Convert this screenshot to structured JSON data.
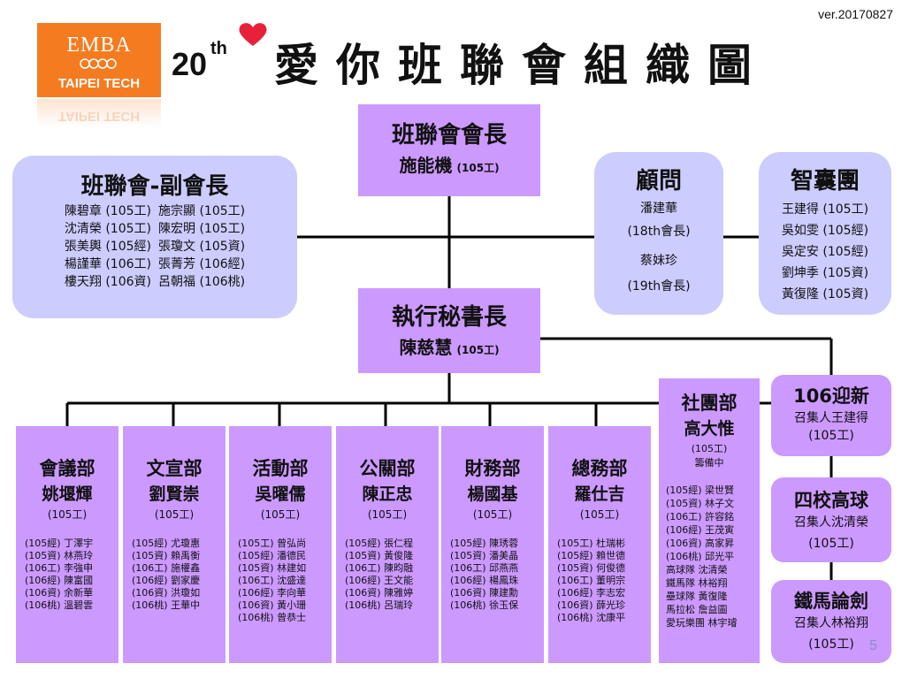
{
  "version": "ver.20170827",
  "logo": {
    "line1": "EMBA",
    "line2": "TAIPEI TECH"
  },
  "title": {
    "num": "20",
    "sup": "th",
    "main": "愛你班聯會組織圖"
  },
  "page_number": "5",
  "president": {
    "title": "班聯會會長",
    "name": "施能機",
    "unit": "(105工)"
  },
  "secretary": {
    "title": "執行秘書長",
    "name": "陳慈慧",
    "unit": "(105工)"
  },
  "vice": {
    "title": "班聯會-副會長",
    "left": [
      "陳碧章 (105工)",
      "沈清榮 (105工)",
      "張美輿 (105經)",
      "楊謹華 (106工)",
      "樓天翔 (106資)"
    ],
    "right": [
      "施宗顯 (105工)",
      "陳宏明 (105工)",
      "張瓊文 (105資)",
      "張菁芳 (106經)",
      "呂朝福 (106桃)"
    ]
  },
  "advisor": {
    "title": "顧問",
    "lines": [
      "潘建華",
      "(18th會長)",
      "蔡妹珍",
      "(19th會長)"
    ]
  },
  "think_tank": {
    "title": "智囊團",
    "members": [
      "王建得 (105工)",
      "吳如雯 (105經)",
      "吳定安 (105經)",
      "劉坤季 (105資)",
      "黃復隆 (105資)"
    ]
  },
  "departments": [
    {
      "title": "會議部",
      "leader": "姚堰輝",
      "unit": "(105工)",
      "members": [
        "(105經) 丁澤宇",
        "(105資) 林燕玲",
        "(106工) 李強申",
        "(106經) 陳富國",
        "(106資) 余新華",
        "(106桃) 溫碧雲"
      ]
    },
    {
      "title": "文宣部",
      "leader": "劉賢崇",
      "unit": "(105工)",
      "members": [
        "(105經) 尤瓊惠",
        "(105資) 賴禹衡",
        "(106工) 施權鑫",
        "(106經) 劉家慶",
        "(106資) 洪瓊如",
        "(106桃) 王華中"
      ]
    },
    {
      "title": "活動部",
      "leader": "吳曜儒",
      "unit": "(105工)",
      "members": [
        "(105工) 曾弘尚",
        "(105經) 潘德民",
        "(105資) 林建如",
        "(106工) 沈盛達",
        "(106經) 李向華",
        "(106資) 黃小珊",
        "(106桃) 曾恭士"
      ]
    },
    {
      "title": "公關部",
      "leader": "陳正忠",
      "unit": "(105工)",
      "members": [
        "(105經) 張仁程",
        "(105資) 黃俊隆",
        "(106工) 陳昀融",
        "(106經) 王文能",
        "(106資) 陳雅婷",
        "(106桃) 呂瑞玲"
      ]
    },
    {
      "title": "財務部",
      "leader": "楊國基",
      "unit": "(105工)",
      "members": [
        "(105經) 陳琇蓉",
        "(105資) 潘美晶",
        "(106工) 邱燕燕",
        "(106經) 楊鳳珠",
        "(106資) 陳建勳",
        "(106桃) 徐玉保"
      ]
    },
    {
      "title": "總務部",
      "leader": "羅仕吉",
      "unit": "(105工)",
      "members": [
        "(105工) 杜瑞彬",
        "(105經) 賴世德",
        "(105資) 何俊德",
        "(106工) 董明宗",
        "(106經) 李志宏",
        "(106資) 薛光珍",
        "(106桃) 沈康平"
      ]
    }
  ],
  "club": {
    "title": "社團部",
    "leader": "高大惟",
    "unit": "(105工)",
    "note": "籌備中",
    "members": [
      "(105經) 梁世賢",
      "(105資) 林子文",
      "(106工) 許容銘",
      "(106經) 王茂寅",
      "(106資) 高家昇",
      "(106桃) 邱光平",
      "高球隊 沈清榮",
      "鐵馬隊 林裕翔",
      "壘球隊 黃復隆",
      "馬拉松 詹益圖",
      "愛玩樂團 林宇璿"
    ]
  },
  "events": [
    {
      "title": "106迎新",
      "convener": "召集人王建得",
      "unit": "(105工)"
    },
    {
      "title": "四校高球",
      "convener": "召集人沈清榮",
      "unit": "(105工)"
    },
    {
      "title": "鐵馬論劍",
      "convener": "召集人林裕翔",
      "unit": "(105工)"
    }
  ]
}
